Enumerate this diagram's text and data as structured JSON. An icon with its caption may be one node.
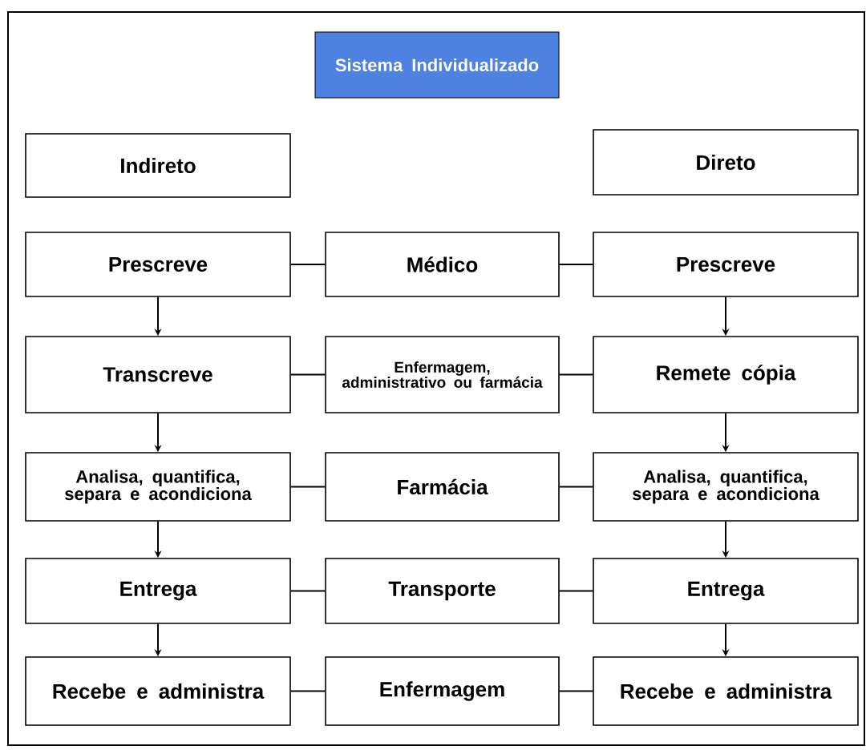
{
  "diagram": {
    "nodes": [
      {
        "text": [
          "Sistema Individualizado"
        ]
      },
      {
        "text": [
          "Indireto"
        ]
      },
      {
        "text": [
          "Direto"
        ]
      },
      {
        "text": [
          "Prescreve"
        ]
      },
      {
        "text": [
          "Médico"
        ]
      },
      {
        "text": [
          "Prescreve"
        ]
      },
      {
        "text": [
          "Transcreve"
        ]
      },
      {
        "text": [
          "Enfermagem, administrativo ou farmácia"
        ]
      },
      {
        "text": [
          "Remete cópia"
        ]
      },
      {
        "text": [
          "Analisa, quantifica, separa e acondiciona"
        ]
      },
      {
        "text": [
          "Farmácia"
        ]
      },
      {
        "text": [
          "Analisa, quantifica, separa e acondiciona"
        ]
      },
      {
        "text": [
          "Entrega"
        ]
      },
      {
        "text": [
          "Transporte"
        ]
      },
      {
        "text": [
          "Entrega"
        ]
      },
      {
        "text": [
          "Recebe e administra"
        ]
      },
      {
        "text": [
          "Enfermagem"
        ]
      },
      {
        "text": [
          "Recebe e administra"
        ]
      }
    ],
    "edges": [
      {
        "from": 3,
        "to": 4,
        "arrow": "none"
      },
      {
        "from": 4,
        "to": 5,
        "arrow": "none"
      },
      {
        "from": 6,
        "to": 7,
        "arrow": "none"
      },
      {
        "from": 7,
        "to": 8,
        "arrow": "none"
      },
      {
        "from": 9,
        "to": 10,
        "arrow": "none"
      },
      {
        "from": 10,
        "to": 11,
        "arrow": "none"
      },
      {
        "from": 12,
        "to": 13,
        "arrow": "none"
      },
      {
        "from": 13,
        "to": 14,
        "arrow": "none"
      },
      {
        "from": 15,
        "to": 16,
        "arrow": "none"
      },
      {
        "from": 16,
        "to": 17,
        "arrow": "none"
      },
      {
        "from": 3,
        "to": 6,
        "arrow": "to"
      },
      {
        "from": 6,
        "to": 9,
        "arrow": "to"
      },
      {
        "from": 9,
        "to": 12,
        "arrow": "to"
      },
      {
        "from": 12,
        "to": 15,
        "arrow": "to"
      },
      {
        "from": 5,
        "to": 8,
        "arrow": "to"
      },
      {
        "from": 8,
        "to": 11,
        "arrow": "to"
      },
      {
        "from": 11,
        "to": 14,
        "arrow": "to"
      },
      {
        "from": 14,
        "to": 17,
        "arrow": "to"
      }
    ]
  }
}
